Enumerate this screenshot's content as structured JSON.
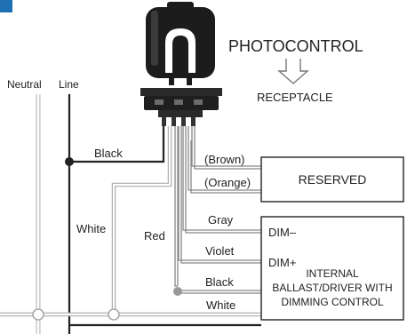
{
  "title": "PHOTOCONTROL",
  "subtitle": "RECEPTACLE",
  "labels": {
    "neutral": "Neutral",
    "line": "Line",
    "black_top": "Black",
    "white_left": "White",
    "red": "Red",
    "brown": "(Brown)",
    "orange": "(Orange)",
    "gray": "Gray",
    "violet": "Violet",
    "black_bottom": "Black",
    "white_bottom": "White"
  },
  "boxes": {
    "reserved": "RESERVED",
    "ballast_lines": [
      "INTERNAL",
      "BALLAST/DRIVER WITH",
      "DIMMING CONTROL"
    ],
    "dim_minus": "DIM–",
    "dim_plus": "DIM+"
  },
  "colors": {
    "wire": "#222222",
    "neutral_wire": "#bdbdbd",
    "device": "#1c1c1c",
    "accent": "#1f6fb3"
  },
  "icons": {
    "device": "photocontrol-device-icon",
    "arrow": "down-arrow-icon"
  }
}
